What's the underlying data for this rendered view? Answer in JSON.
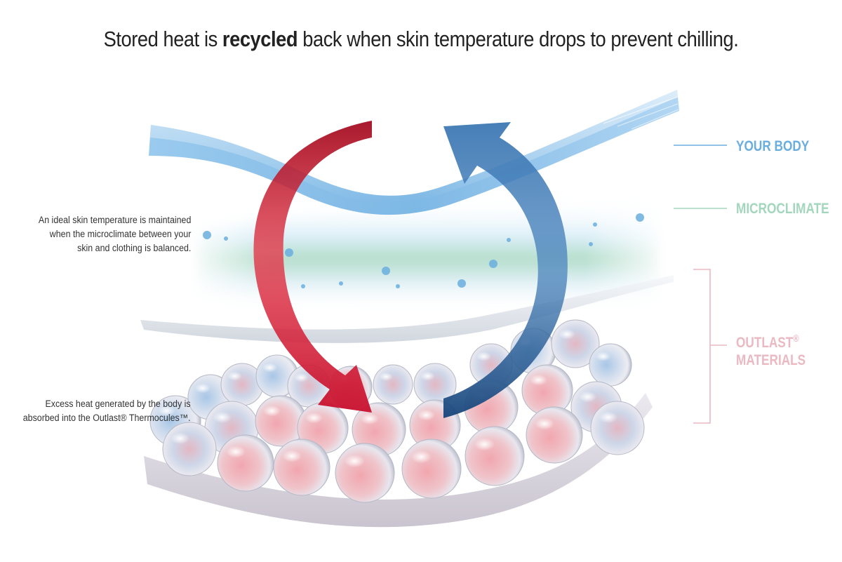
{
  "headline": {
    "before": "Stored heat is ",
    "emphasis": "recycled",
    "after": " back when skin temperature drops to prevent chilling."
  },
  "notes": {
    "microclimate": [
      "An ideal skin temperature is maintained",
      "when the microclimate between your",
      "skin and clothing is balanced."
    ],
    "excess_heat": [
      "Excess heat generated by the body is",
      "absorbed into the Outlast® Thermocules™."
    ]
  },
  "layers": {
    "body": "YOUR BODY",
    "microclimate": "MICROCLIMATE",
    "outlast_line1": "OUTLAST",
    "outlast_mark": "®",
    "outlast_line2": "MATERIALS"
  },
  "colors": {
    "body": "#6aaede",
    "microclimate": "#a3d7bd",
    "outlast": "#eab9c2",
    "heat_arrow": "#c8102e",
    "cool_arrow": "#2e6aa6",
    "text": "#222222"
  },
  "icons": {
    "heat_arrow": "curved-arrow-down-red-icon",
    "cool_arrow": "curved-arrow-up-blue-icon"
  }
}
